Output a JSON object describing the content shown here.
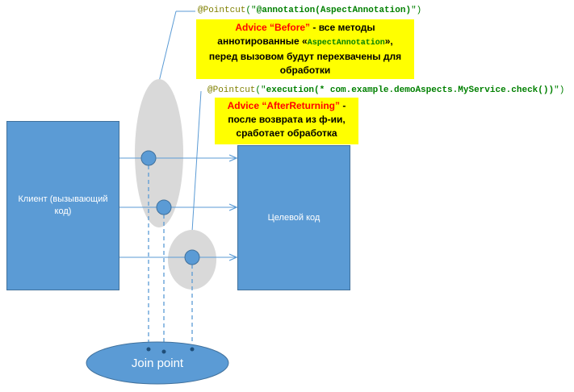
{
  "client_label": "Клиент (вызывающий код)",
  "target_label": "Целевой код",
  "join_point_label": "Join point",
  "pointcut_before": {
    "annotation": "@Pointcut",
    "open": "(\"",
    "expr": "@annotation(AspectAnnotation)",
    "close": "\")"
  },
  "pointcut_after": {
    "annotation": "@Pointcut",
    "open": "(\"",
    "expr": "execution(* com.example.demoAspects.MyService.check())",
    "close": "\")"
  },
  "note_before": {
    "title": "Advice “Before”",
    "text1": " - все методы",
    "text2": "аннотированные «",
    "code": "AspectAnnotation",
    "text3": "»,",
    "text4": "перед вызовом будут перехвачены для",
    "text5": "обработки"
  },
  "note_after": {
    "title": "Advice “AfterReturning”",
    "text1": " -",
    "text2": "после возврата из ф-ии,",
    "text3": "сработает обработка"
  },
  "colors": {
    "box_fill": "#5b9bd5",
    "ellipse_fill": "#d9d9d9",
    "note_fill": "#ffff00",
    "accent_red": "#ff0000"
  }
}
